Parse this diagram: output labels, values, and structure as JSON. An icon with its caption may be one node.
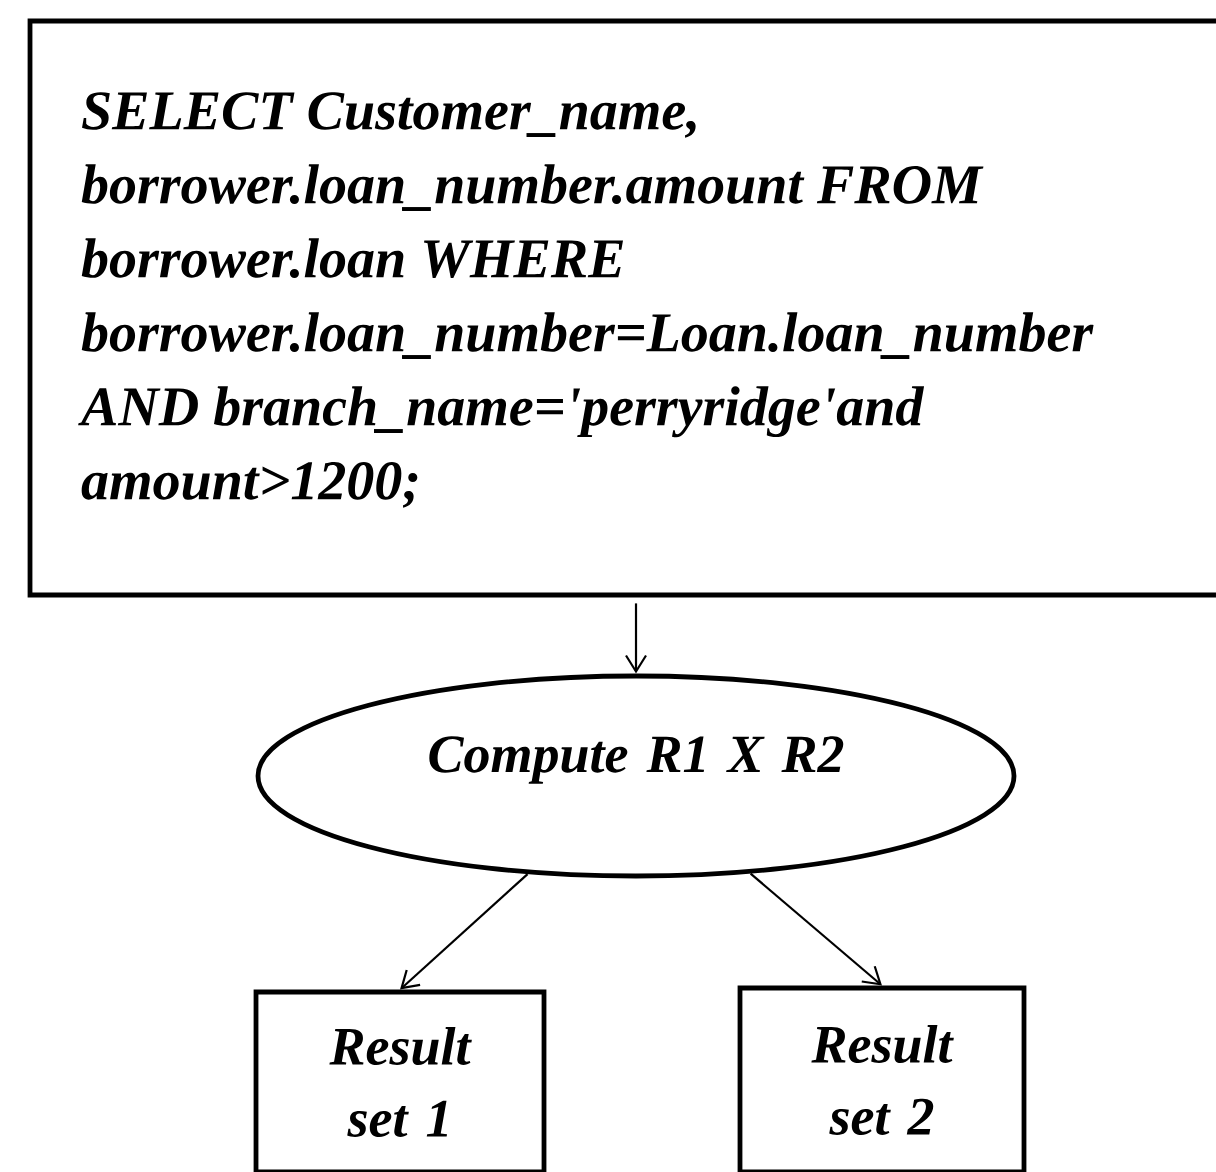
{
  "diagram": {
    "nodes": [
      {
        "text": [
          "SELECT Customer_name, borrower.loan_number.amount FROM borrower.loan WHERE borrower.loan_number=Loan.loan_number AND branch_name='perryridge'and amount>1200;"
        ]
      },
      {
        "text": [
          "Compute R1 X R2"
        ]
      },
      {
        "text": [
          "Result set 1"
        ]
      },
      {
        "text": [
          "Result set 2"
        ]
      }
    ],
    "edges": [
      {
        "from": 0,
        "to": 1,
        "arrow": "to"
      },
      {
        "from": 1,
        "to": 2,
        "arrow": "to"
      },
      {
        "from": 1,
        "to": 3,
        "arrow": "to"
      }
    ]
  }
}
